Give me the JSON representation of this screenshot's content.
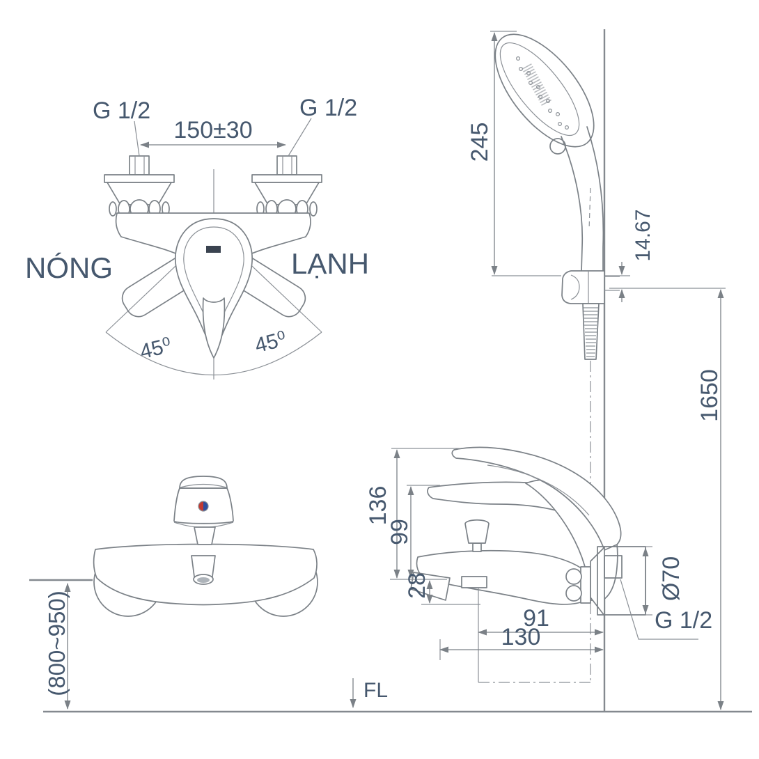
{
  "colors": {
    "line": "#7b8187",
    "text": "#46586e",
    "hot_indicator_red": "#c13a32",
    "cold_indicator_blue": "#2f4f9e",
    "background": "#ffffff"
  },
  "front_view": {
    "thread_left": "G 1/2",
    "thread_right": "G 1/2",
    "center_distance": "150±30",
    "hot_label": "NÓNG",
    "cold_label": "LẠNH",
    "swing_left": "45⁰",
    "swing_right": "45⁰"
  },
  "shower_view": {
    "head_length": "245",
    "bracket_offset": "14.67",
    "bracket_height": "1650"
  },
  "side_view": {
    "height_total": "136",
    "height_spout": "99",
    "height_lower": "28",
    "reach_outlet": "91",
    "reach_total": "130",
    "flange_diameter": "Ø70",
    "wall_thread": "G 1/2"
  },
  "mounted_view": {
    "install_height": "(800~950)"
  },
  "floor": {
    "label": "FL"
  }
}
